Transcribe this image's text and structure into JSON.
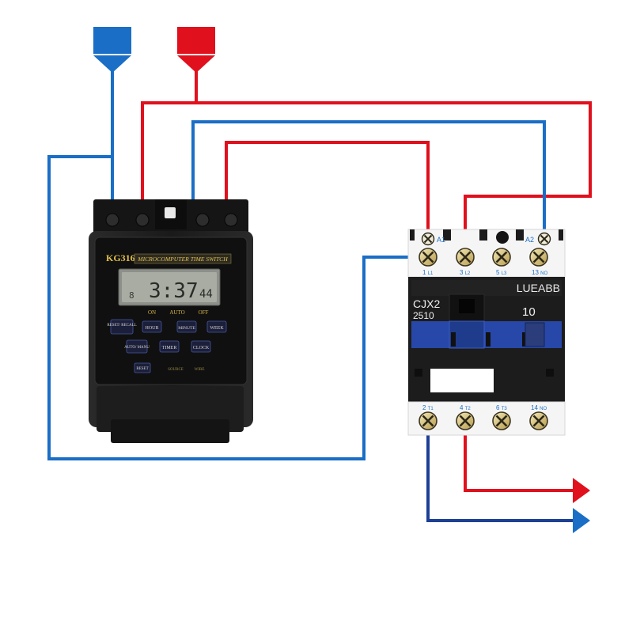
{
  "colors": {
    "live": "#e0101c",
    "neutral": "#1a6ec6",
    "coil_neutral_dark": "#1e3f96",
    "timer_body": "#1b1b1b",
    "lcd": "#a9aca3",
    "contactor_panel": "#1c1c1c",
    "contactor_blue": "#2748a8"
  },
  "supply": {
    "neutral_icon": "neutral-terminal-arrow-icon",
    "live_icon": "live-terminal-arrow-icon"
  },
  "timer": {
    "model": "KG316T",
    "title": "MICROCOMPUTER TIME SWITCH",
    "lcd_time": "3:37",
    "lcd_seconds": "44",
    "lcd_day": "8",
    "mode_labels": [
      "ON",
      "AUTO",
      "OFF"
    ],
    "buttons": {
      "reset": "RESET/ RECALL",
      "hour": "HOUR",
      "minute": "MINUTE",
      "week": "WEEK",
      "auto": "AUTO/ MANU",
      "timer": "TIMER",
      "clock": "CLOCK",
      "reset_key": "RESET"
    },
    "bottom_labels": [
      "SOURCE",
      "WIRE"
    ]
  },
  "contactor": {
    "brand": "LUEABB",
    "model_line1": "CJX2",
    "model_line2": "2510",
    "rating": "10",
    "coil_a1": "A1",
    "coil_a2": "A2",
    "top_terminals": [
      {
        "num": "1",
        "sub": "L1"
      },
      {
        "num": "3",
        "sub": "L2"
      },
      {
        "num": "5",
        "sub": "L3"
      },
      {
        "num": "13",
        "sub": "NO"
      }
    ],
    "bottom_terminals": [
      {
        "num": "2",
        "sub": "T1"
      },
      {
        "num": "4",
        "sub": "T2"
      },
      {
        "num": "6",
        "sub": "T3"
      },
      {
        "num": "14",
        "sub": "NO"
      }
    ]
  },
  "outputs": {
    "live_arrow_icon": "output-live-arrow-icon",
    "neutral_arrow_icon": "output-neutral-arrow-icon"
  }
}
